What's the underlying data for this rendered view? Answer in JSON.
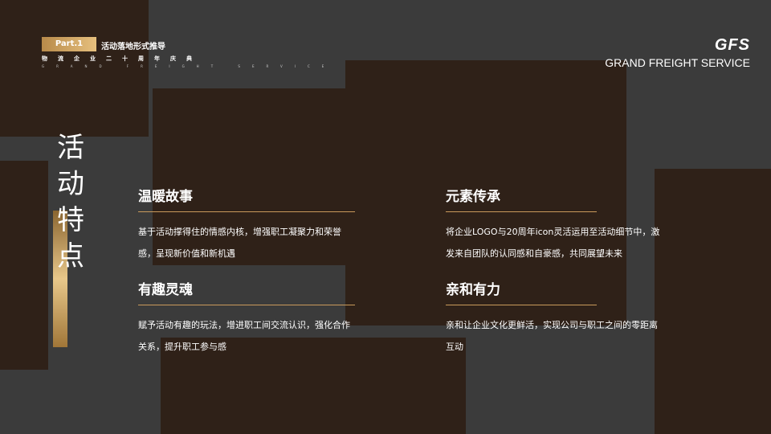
{
  "header": {
    "part": "Part.1",
    "subtitle": "活动落地形式推导",
    "cn_line": "物流企业二十周年庆典",
    "en_line": "GRAND FREIGHT SERVICE"
  },
  "brand": {
    "logo": "GFS",
    "name": "GRAND FREIGHT SERVICE"
  },
  "title": "活动特点",
  "colors": {
    "background": "#3b3b3b",
    "calligraphy": "#2f2118",
    "accent": "#c99a5b"
  },
  "sections": [
    {
      "title": "温暖故事",
      "body": "基于活动撑得住的情感内核，增强职工凝聚力和荣誉感，呈现新价值和新机遇"
    },
    {
      "title": "元素传承",
      "body": "将企业LOGO与20周年icon灵活运用至活动细节中，激发来自团队的认同感和自豪感，共同展望未来"
    },
    {
      "title": "有趣灵魂",
      "body": "赋予活动有趣的玩法，增进职工间交流认识，强化合作关系，提升职工参与感"
    },
    {
      "title": "亲和有力",
      "body": "亲和让企业文化更鲜活，实现公司与职工之间的零距离互动"
    }
  ]
}
